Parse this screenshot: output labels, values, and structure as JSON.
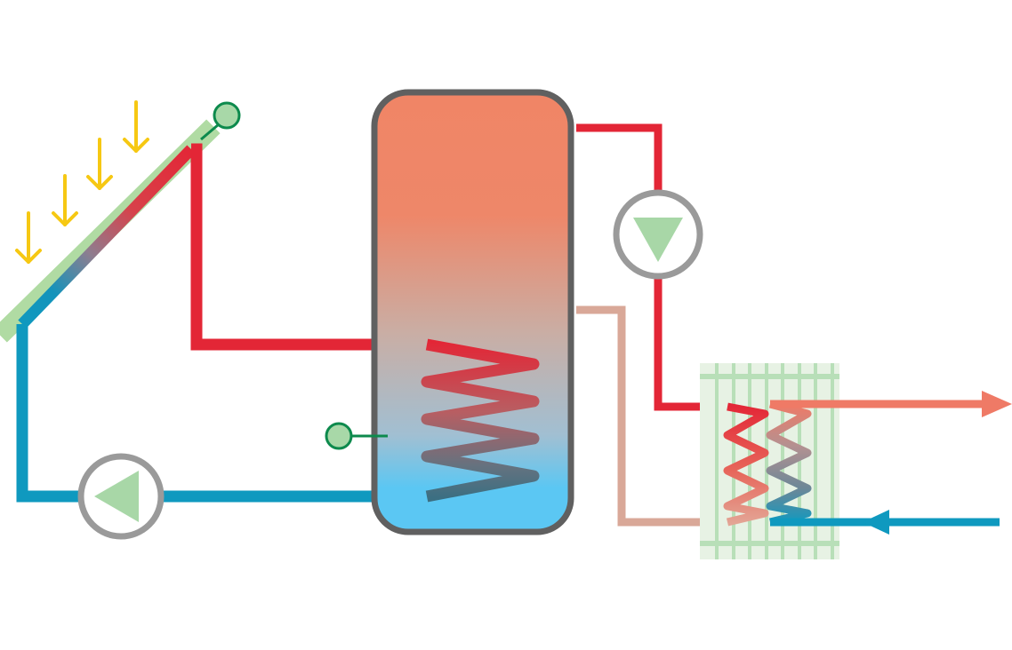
{
  "diagram": {
    "components": {
      "collector": "solar-collector",
      "sun_rays": "sun-ray-arrows",
      "storage_tank": "storage-tank",
      "tank_coil": "heat-exchanger-coil",
      "solar_pump": "circulation-pump",
      "discharge_pump": "circulation-pump",
      "plate_exchanger": "plate-heat-exchanger",
      "sensors": [
        "collector-temperature-sensor",
        "tank-temperature-sensor"
      ]
    },
    "flows": {
      "hot_out": "hot-water-outlet-arrow",
      "cold_in": "cold-water-inlet-arrow"
    },
    "colors": {
      "hot": "#e32636",
      "warm_out": "#ef7a66",
      "return": "#d9a898",
      "cold": "#0f99bf",
      "tank_top": "#f08566",
      "tank_bottom": "#5bc7f3",
      "tank_border": "#606060",
      "pump_ring": "#9a9a9a",
      "pump_triangle": "#a8d7a7",
      "collector_frame": "#b0dba3",
      "sun": "#f6c813",
      "sensor_fill": "#a8d8a8",
      "sensor_line": "#0d8a4d",
      "exchanger_plates": "#b8dfb8",
      "exchanger_bg": "#e7f2e4"
    }
  }
}
